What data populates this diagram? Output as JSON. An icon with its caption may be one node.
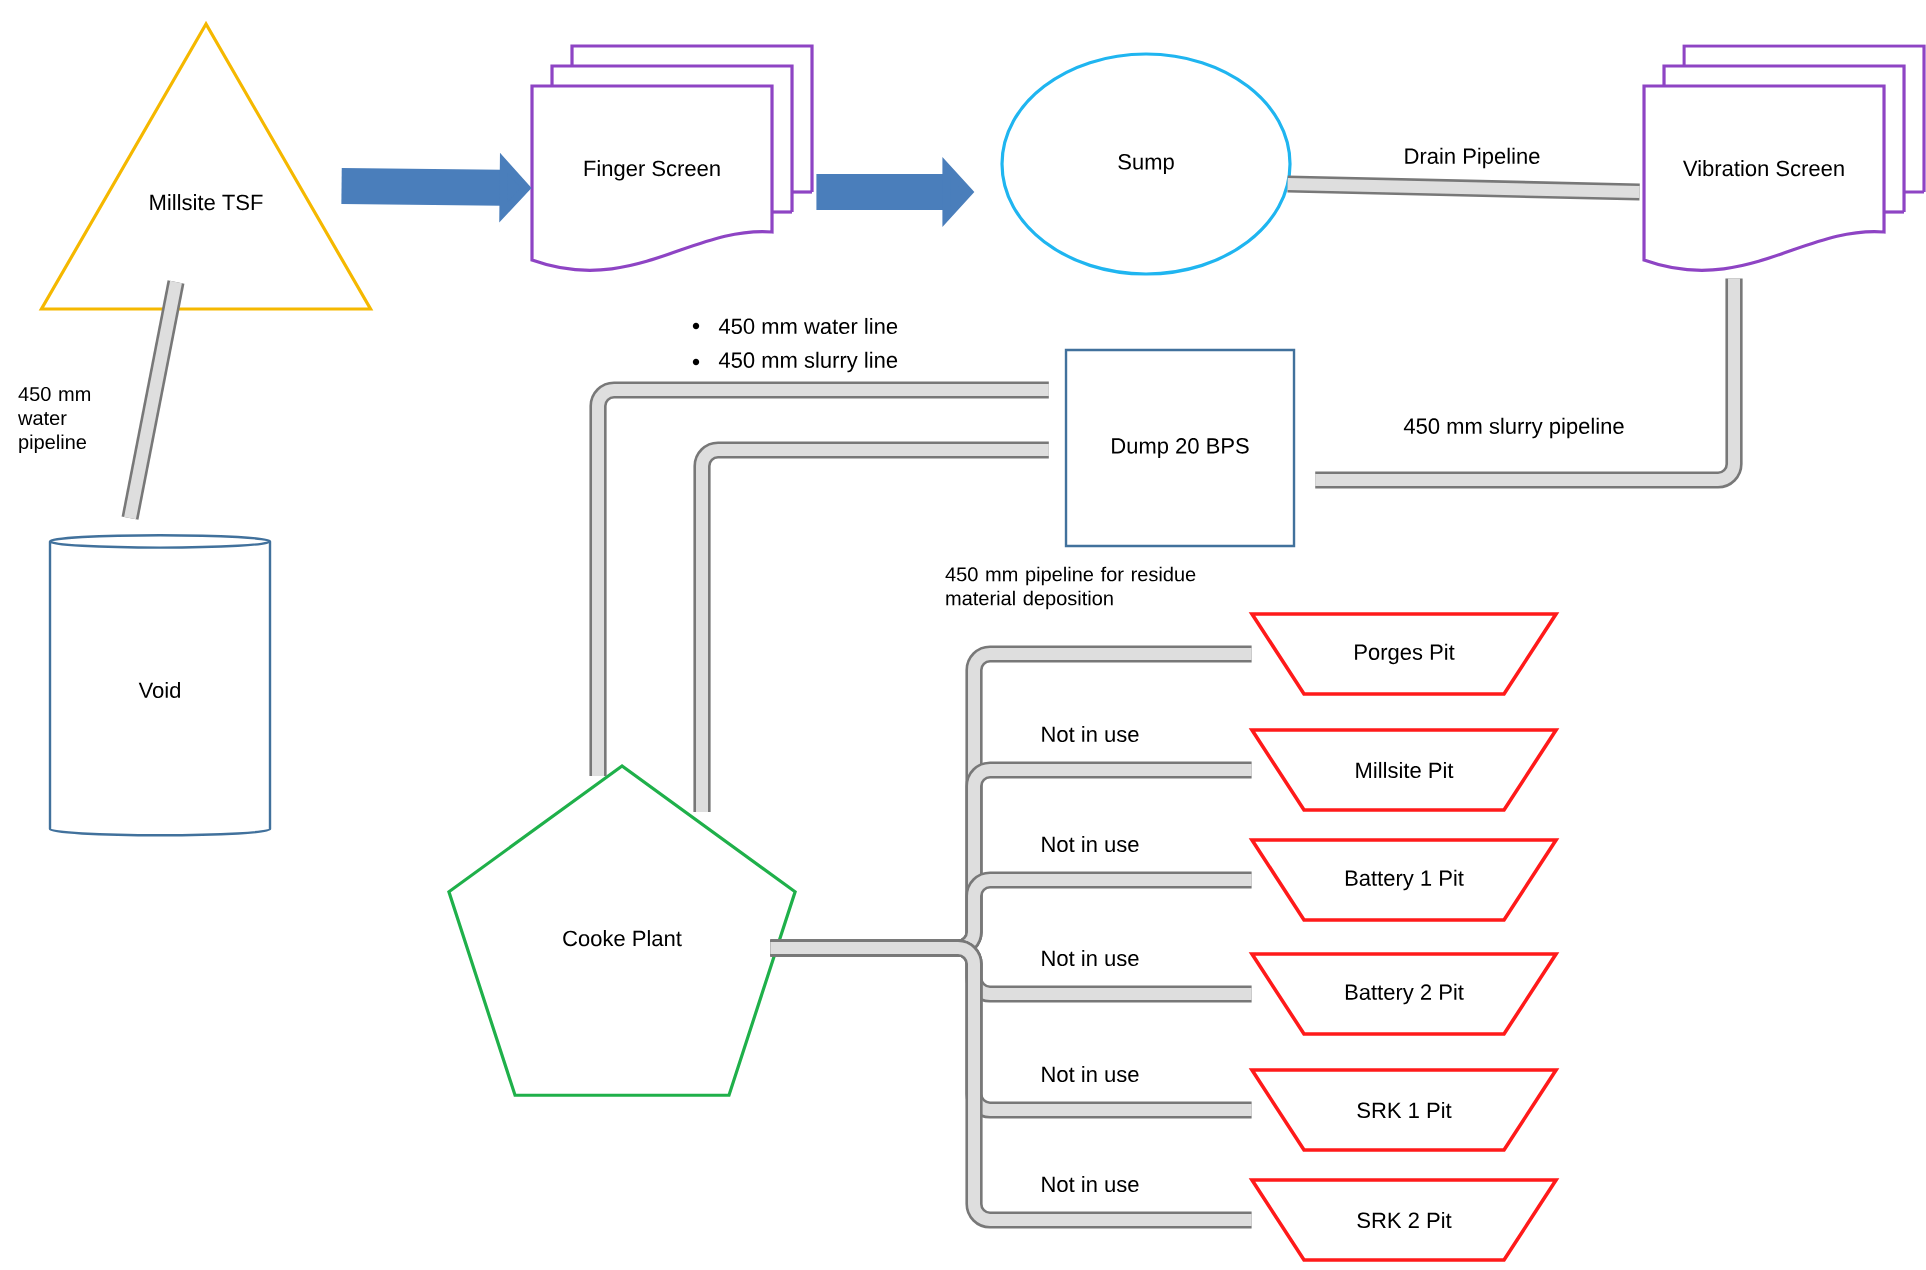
{
  "diagram": {
    "nodes": [
      {
        "text": [
          "Millsite TSF"
        ]
      },
      {
        "text": [
          "Finger Screen"
        ]
      },
      {
        "text": [
          "Sump"
        ]
      },
      {
        "text": [
          "Vibration Screen"
        ]
      },
      {
        "text": [
          "Void"
        ]
      },
      {
        "text": [
          "Dump 20 BPS"
        ]
      },
      {
        "text": [
          "Cooke Plant"
        ]
      },
      {
        "text": [
          "Porges Pit"
        ]
      },
      {
        "text": [
          "Millsite Pit"
        ]
      },
      {
        "text": [
          "Battery 1 Pit"
        ]
      },
      {
        "text": [
          "Battery 2 Pit"
        ]
      },
      {
        "text": [
          "SRK 1 Pit"
        ]
      },
      {
        "text": [
          "SRK 2 Pit"
        ]
      }
    ],
    "edges": [
      {
        "from": 0,
        "to": 1,
        "arrow": "to",
        "style": "thick",
        "color": "#4a7ebb"
      },
      {
        "from": 1,
        "to": 2,
        "arrow": "to",
        "style": "thick",
        "color": "#4a7ebb"
      },
      {
        "from": 2,
        "to": 3,
        "arrow": "none",
        "label": "Drain Pipeline"
      },
      {
        "from": 0,
        "to": 4,
        "arrow": "none",
        "label": "450 mm water pipeline"
      },
      {
        "from": 3,
        "to": 5,
        "arrow": "none",
        "label": "450 mm slurry pipeline"
      },
      {
        "from": 6,
        "to": 5,
        "arrow": "none"
      },
      {
        "from": 6,
        "to": 5,
        "arrow": "none"
      },
      {
        "from": 6,
        "to": 7,
        "arrow": "none",
        "label": "450 mm pipeline for residue material deposition"
      },
      {
        "from": 6,
        "to": 8,
        "arrow": "none",
        "label": "Not in use"
      },
      {
        "from": 6,
        "to": 9,
        "arrow": "none",
        "label": "Not in use"
      },
      {
        "from": 6,
        "to": 10,
        "arrow": "none",
        "label": "Not in use"
      },
      {
        "from": 6,
        "to": 11,
        "arrow": "none",
        "label": "Not in use"
      },
      {
        "from": 6,
        "to": 12,
        "arrow": "none",
        "label": "Not in use"
      }
    ],
    "labels": [
      "450 mm water line",
      "450 mm slurry line"
    ]
  }
}
